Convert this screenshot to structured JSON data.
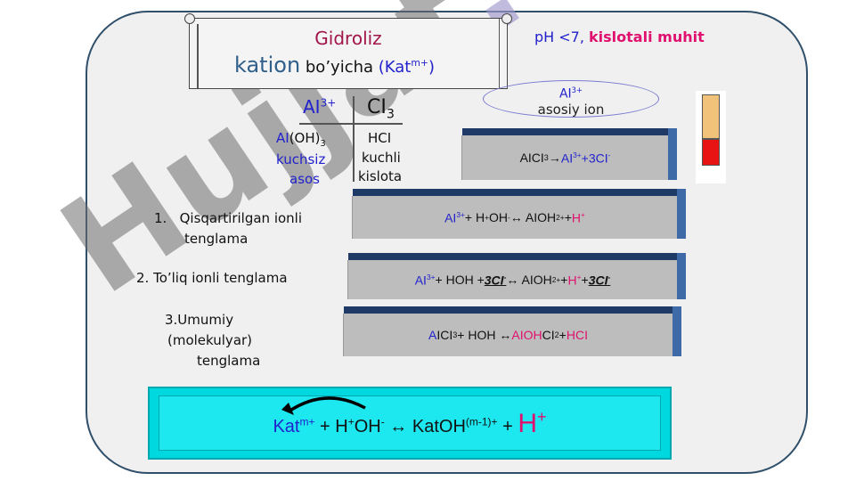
{
  "watermark": {
    "part1": "Hujjat",
    "part2": ".uz"
  },
  "scroll": {
    "title_line1": "Gidroliz",
    "title_kation": "kation",
    "title_boyicha": " bo’yicha ",
    "title_kat": "(Kat",
    "title_kat_sup": "m+",
    "title_close": ")"
  },
  "ph": {
    "text": "pH <7, ",
    "emphasis": "kislotali muhit"
  },
  "ion": {
    "symbol": "AI",
    "charge": "3+",
    "label": "asosiy ion"
  },
  "thermometer": {
    "top_color": "#f1c27a",
    "bottom_color": "#e81313"
  },
  "table": {
    "left_head": "AI",
    "left_head_sup": "3+",
    "right_head": "CI",
    "right_head_sub": "3",
    "left_l1_ai": "AI",
    "left_l1_rest": "(OH)",
    "left_l1_sub": "3",
    "left_l2": "kuchsiz",
    "left_l3": "asos",
    "right_l1": "HCI",
    "right_l2": "kuchli",
    "right_l3": "kislota"
  },
  "bar1": {
    "a": "AICI",
    "a_sub": "3",
    "arrow": " → ",
    "b": "AI",
    "b_sup": "3+",
    "c": " +3CI",
    "c_sup": "-"
  },
  "bar2": {
    "a": "AI",
    "a_sup": "3+",
    "b": " + H",
    "b_sup": "+",
    "c": "OH",
    "c_sup": "-",
    "d": " ↔ AIOH",
    "d_sup": "2+",
    "e": " + ",
    "f": "H",
    "f_sup": "+"
  },
  "bar3": {
    "a": "AI",
    "a_sup": "3+",
    "b": " + HOH + ",
    "c": "3CI",
    "c_sup": "-",
    "d": " ↔ AIOH",
    "d_sup": "2+",
    "e": " + ",
    "f": "H",
    "f_sup": "+",
    "g": " + ",
    "h": "3CI",
    "h_sup": "-"
  },
  "bar4": {
    "a": "A",
    "b": "ICI",
    "b_sub": "3",
    "c": " + HOH ↔",
    "d": "AIOH",
    "e": "CI",
    "e_sub": "2",
    "f": " + ",
    "g": "HCI"
  },
  "labels": {
    "step1_num": "1.",
    "step1_a": "Qisqartirilgan ionli",
    "step1_b": "tenglama",
    "step2": "2.   To’liq ionli tenglama",
    "step3_a": "3.Umumiy",
    "step3_b": "(molekulyar)",
    "step3_c": "tenglama"
  },
  "general": {
    "kat": "Kat",
    "kat_sup": "m+",
    "plus_h": " + H",
    "h_sup": "+",
    "oh": "OH",
    "oh_sup": "-",
    "mid": " ↔ KatOH",
    "mid_sup": "(m-1)+",
    "plus": " + ",
    "h_big": "H",
    "h_big_sup": "+"
  }
}
